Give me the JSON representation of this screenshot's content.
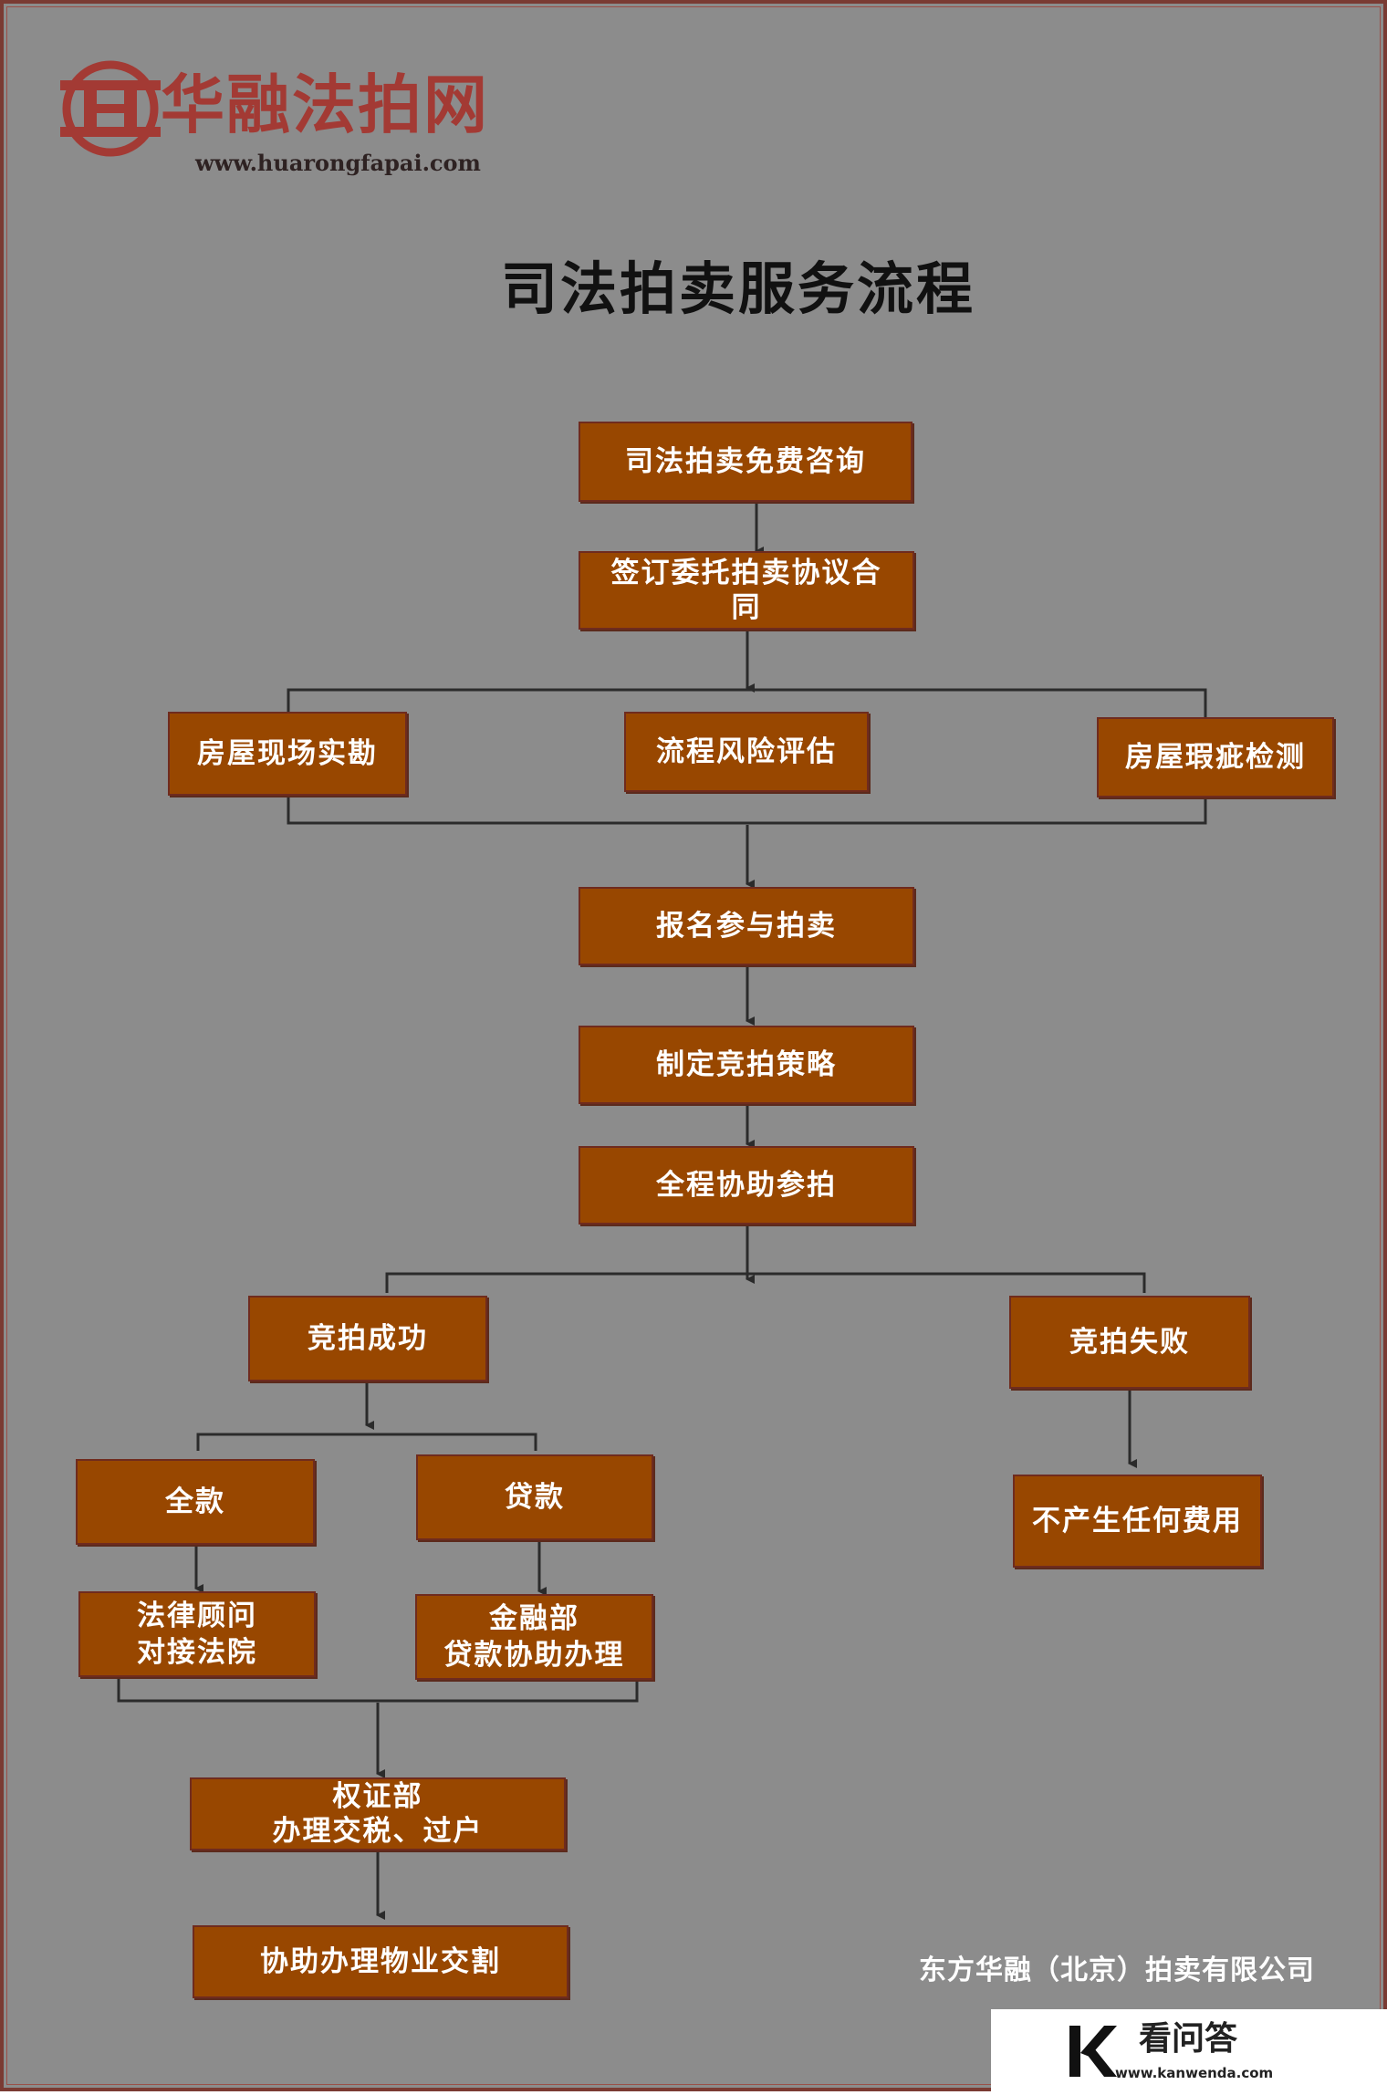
{
  "brand": {
    "name": "华融法拍网",
    "url": "www.huarongfapai.com",
    "colors": {
      "primary": "#a33a34",
      "box": "#984700",
      "background": "#8c8c8c"
    }
  },
  "title": "司法拍卖服务流程",
  "steps": {
    "consult": "司法拍卖免费咨询",
    "sign": "签订委托拍卖协议合\n同",
    "survey": "房屋现场实勘",
    "risk": "流程风险评估",
    "defect": "房屋瑕疵检测",
    "register": "报名参与拍卖",
    "strategy": "制定竞拍策略",
    "assist": "全程协助参拍",
    "success": "竞拍成功",
    "fail": "竞拍失败",
    "full_pay": "全款",
    "loan": "贷款",
    "legal": "法律顾问\n对接法院",
    "finance": "金融部\n贷款协助办理",
    "nofee": "不产生任何费用",
    "title_transfer": "权证部\n办理交税、过户",
    "handover": "协助办理物业交割"
  },
  "company": "东方华融（北京）拍卖有限公司",
  "watermark": {
    "name": "看问答",
    "url": "www.kanwenda.com",
    "icon": "k-logo-icon"
  }
}
